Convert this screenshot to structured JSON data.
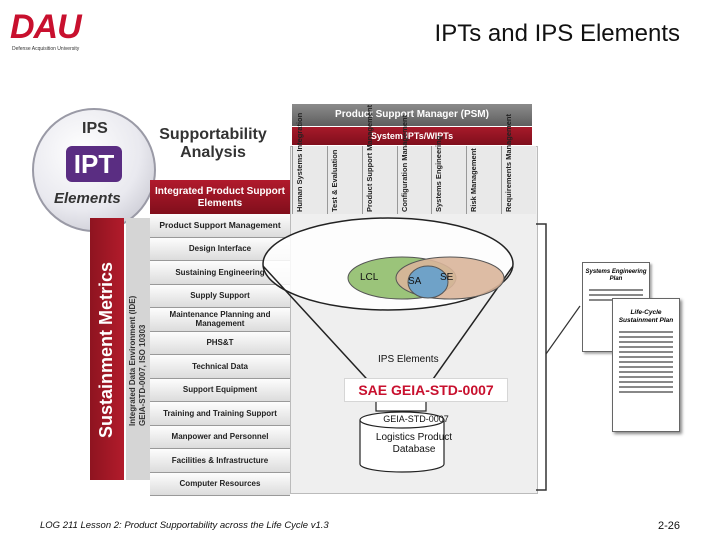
{
  "header": {
    "logo_text": "DAU",
    "logo_subtext": "Defense Acquisition University",
    "title": "IPTs and IPS Elements"
  },
  "ips_logo": {
    "top": "IPS",
    "center": "IPT",
    "bottom": "Elements"
  },
  "supportability_title": "Supportability Analysis",
  "ipse_header": "Integrated Product Support Elements",
  "psm_banner": "Product Support Manager (PSM)",
  "ipt_banner": "System IPTs/WIPTs",
  "side_bars": {
    "metrics": "Sustainment Metrics",
    "idde": [
      "Integrated Data Environment (IDE)",
      "GEIA-STD-0007, ISO 10303"
    ]
  },
  "columns": [
    "Human Systems Integration",
    "Test & Evaluation",
    "Product Support Management",
    "Configuration Management",
    "Systems Engineering",
    "Risk Management",
    "Requirements Management"
  ],
  "elements": [
    "Product Support Management",
    "Design Interface",
    "Sustaining Engineering",
    "Supply Support",
    "Maintenance Planning and Management",
    "PHS&T",
    "Technical Data",
    "Support Equipment",
    "Training and Training Support",
    "Manpower and Personnel",
    "Facilities & Infrastructure",
    "Computer Resources"
  ],
  "overlay": {
    "lcl": "LCL",
    "sa": "SA",
    "se": "SE",
    "ips_elements": "IPS Elements",
    "std_big": "SAE GEIA-STD-0007",
    "std_small": "GEIA-STD-0007",
    "database": "Logistics Product Database"
  },
  "documents": {
    "sep": "Systems Engineering Plan",
    "lcsp": "Life-Cycle Sustainment Plan"
  },
  "footer": {
    "left": "LOG 211 Lesson 2: Product Supportability across the Life Cycle v1.3",
    "page": "2-26"
  },
  "colors": {
    "brand_red": "#c8102e",
    "ipt_purple": "#5a2d82",
    "lcl_green": "#9bc47a",
    "sa_blue": "#6fa2c8",
    "se_tan": "#d9b59a"
  }
}
